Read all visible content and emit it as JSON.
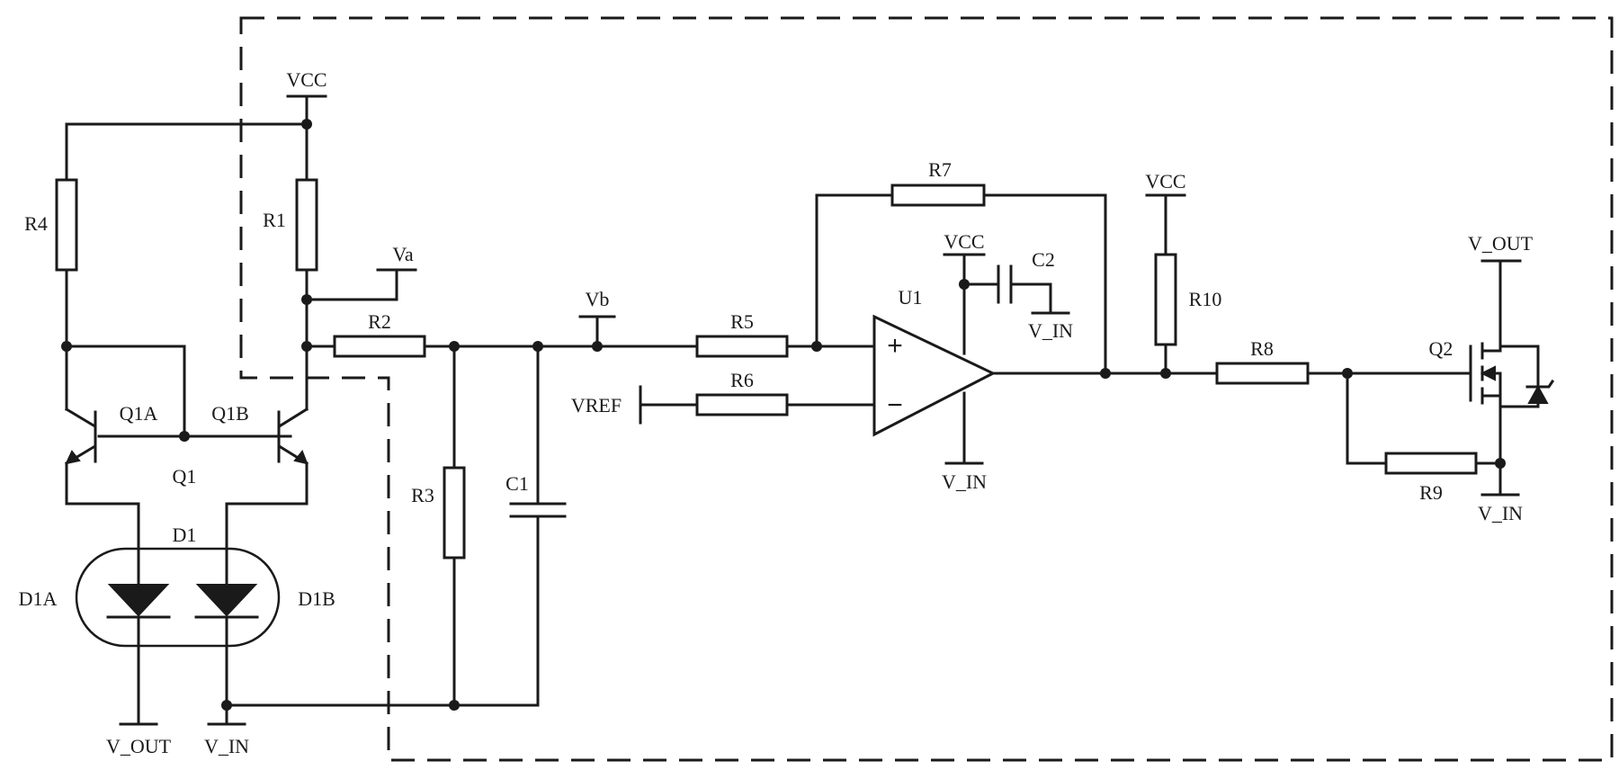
{
  "labels": {
    "vcc_top": "VCC",
    "vcc_opamp": "VCC",
    "vcc_r10": "VCC",
    "va": "Va",
    "vb": "Vb",
    "vref": "VREF",
    "r1": "R1",
    "r2": "R2",
    "r3": "R3",
    "r4": "R4",
    "r5": "R5",
    "r6": "R6",
    "r7": "R7",
    "r8": "R8",
    "r9": "R9",
    "r10": "R10",
    "c1": "C1",
    "c2": "C2",
    "u1": "U1",
    "q1": "Q1",
    "q1a": "Q1A",
    "q1b": "Q1B",
    "q2": "Q2",
    "d1": "D1",
    "d1a": "D1A",
    "d1b": "D1B",
    "v_in_c2": "V_IN",
    "v_in_opamp": "V_IN",
    "v_in_q2": "V_IN",
    "v_in_bottom": "V_IN",
    "v_out_q2": "V_OUT",
    "v_out_bottom": "V_OUT",
    "plus": "+",
    "minus": "−"
  }
}
